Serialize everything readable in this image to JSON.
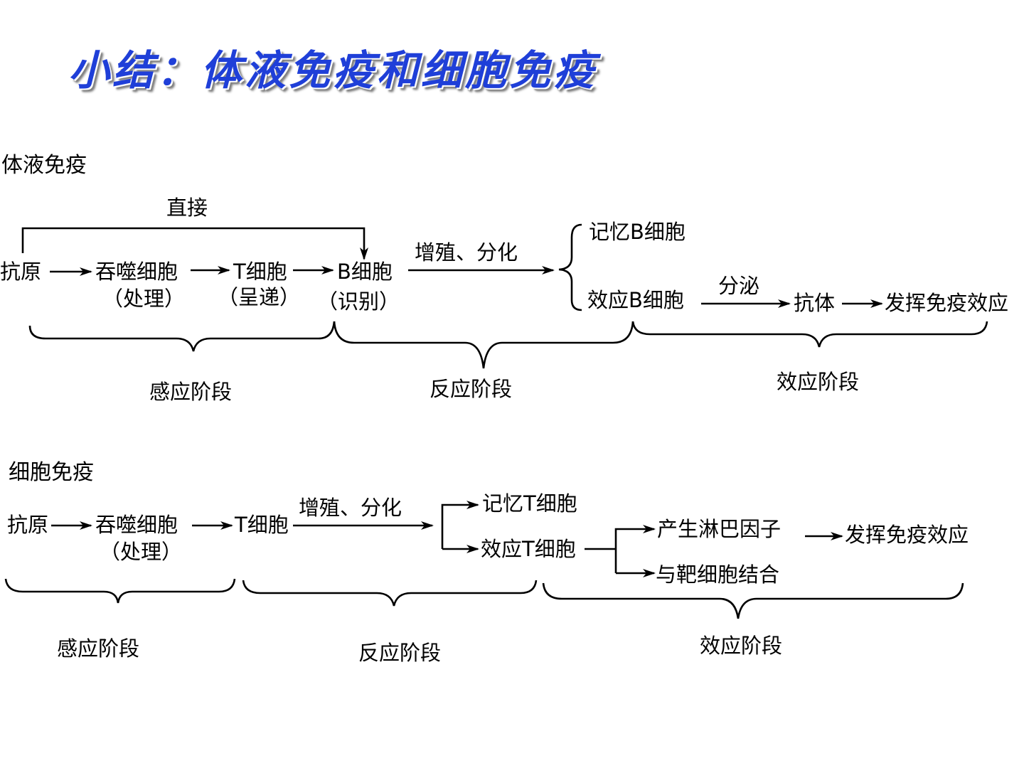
{
  "slide": {
    "title": "小结：体液免疫和细胞免疫"
  },
  "humoral": {
    "section": "体液免疫",
    "direct": "直接",
    "antigen": "抗原",
    "phagocyte": "吞噬细胞",
    "phagocyte_note": "（处理）",
    "t_cell": "T细胞",
    "t_cell_note": "（呈递）",
    "b_cell": "B细胞",
    "b_cell_note": "（识别）",
    "proliferate": "增殖、分化",
    "memory_b": "记忆B细胞",
    "effector_b": "效应B细胞",
    "secrete": "分泌",
    "antibody": "抗体",
    "exert": "发挥免疫效应",
    "stage_sense": "感应阶段",
    "stage_react": "反应阶段",
    "stage_effect": "效应阶段"
  },
  "cellular": {
    "section": "细胞免疫",
    "antigen": "抗原",
    "phagocyte": "吞噬细胞",
    "phagocyte_note": "（处理）",
    "t_cell": "T细胞",
    "proliferate": "增殖、分化",
    "memory_t": "记忆T细胞",
    "effector_t": "效应T细胞",
    "lymphokine": "产生淋巴因子",
    "exert": "发挥免疫效应",
    "bind_target": "与靶细胞结合",
    "stage_sense": "感应阶段",
    "stage_react": "反应阶段",
    "stage_effect": "效应阶段"
  }
}
